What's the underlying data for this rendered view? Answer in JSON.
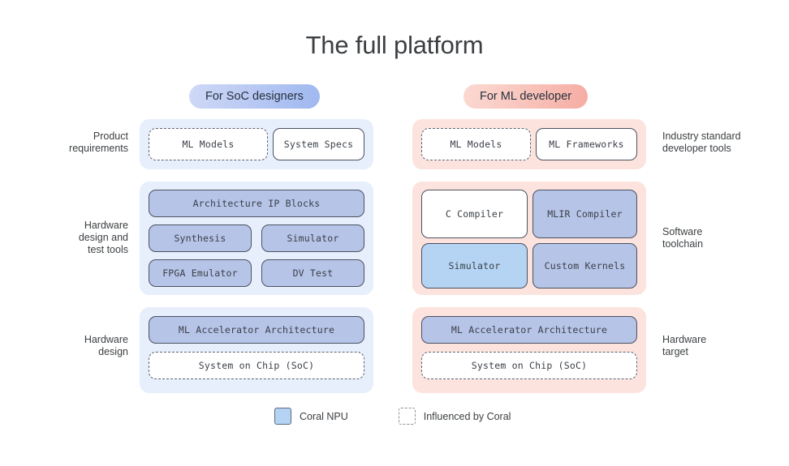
{
  "title": "The full platform",
  "columns": {
    "left": {
      "pill_label": "For SoC designers"
    },
    "right": {
      "pill_label": "For ML developer"
    }
  },
  "rows": [
    {
      "left_label": "Product\nrequirements",
      "right_label": "Industry standard\ndeveloper tools",
      "left_boxes": [
        {
          "label": "ML Models",
          "style": "dashed"
        },
        {
          "label": "System Specs",
          "style": "solid"
        }
      ],
      "right_boxes": [
        {
          "label": "ML Models",
          "style": "dashed"
        },
        {
          "label": "ML Frameworks",
          "style": "solid"
        }
      ]
    },
    {
      "left_label": "Hardware\ndesign and\ntest tools",
      "right_label": "Software\ntoolchain",
      "left_boxes": [
        {
          "label": "Architecture IP Blocks",
          "style": "blue"
        },
        {
          "label": "Synthesis",
          "style": "blue"
        },
        {
          "label": "Simulator",
          "style": "blue"
        },
        {
          "label": "FPGA Emulator",
          "style": "blue"
        },
        {
          "label": "DV Test",
          "style": "blue"
        }
      ],
      "right_boxes": [
        {
          "label": "C Compiler",
          "style": "solid"
        },
        {
          "label": "MLIR Compiler",
          "style": "blue"
        },
        {
          "label": "Simulator",
          "style": "lightblue"
        },
        {
          "label": "Custom Kernels",
          "style": "blue"
        }
      ]
    },
    {
      "left_label": "Hardware\ndesign",
      "right_label": "Hardware\ntarget",
      "left_boxes": [
        {
          "label": "ML Accelerator Architecture",
          "style": "blue"
        },
        {
          "label": "System on Chip (SoC)",
          "style": "dashed"
        }
      ],
      "right_boxes": [
        {
          "label": "ML Accelerator Architecture",
          "style": "blue"
        },
        {
          "label": "System on Chip (SoC)",
          "style": "dashed"
        }
      ]
    }
  ],
  "legend": [
    {
      "label": "Coral NPU",
      "swatch": "fill"
    },
    {
      "label": "Influenced by Coral",
      "swatch": "dashed"
    }
  ],
  "colors": {
    "coral_npu_blue": "#b5d4f4",
    "block_blue": "#b6c4e8",
    "panel_blue": "#e7eefc",
    "panel_pink": "#fde3dd",
    "pill_blue": "#9fb8f0",
    "pill_pink": "#f5aca2",
    "border": "#4a5160",
    "text": "#3c4043",
    "background": "#ffffff"
  }
}
